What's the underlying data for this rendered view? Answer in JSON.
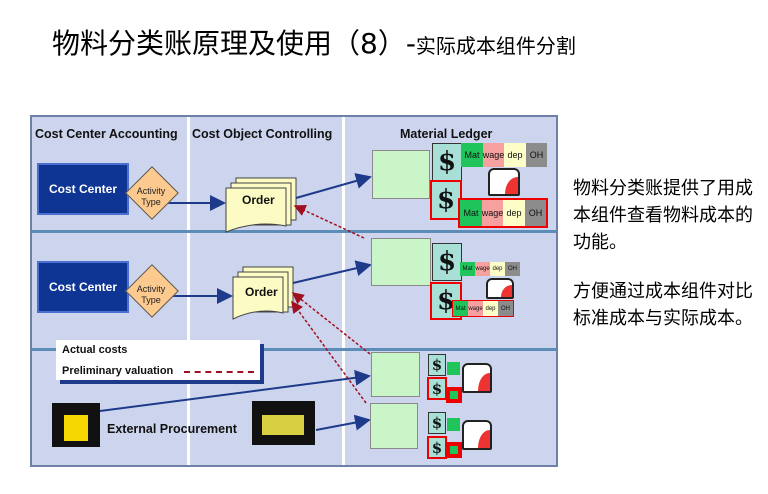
{
  "title": {
    "main": "物料分类账原理及使用（8）-",
    "sub": "实际成本组件分割"
  },
  "diagram": {
    "columns": [
      "Cost Center Accounting",
      "Cost Object Controlling",
      "Material Ledger"
    ],
    "cost_center": "Cost Center",
    "activity_type": "Activity Type",
    "order": "Order",
    "components": [
      "Mat",
      "wage",
      "dep",
      "OH"
    ],
    "dollar": "$",
    "legend": {
      "actual": "Actual costs",
      "preliminary": "Preliminary valuation"
    },
    "external": "External Procurement",
    "colors": {
      "actual": "#1e3a8a",
      "preliminary": "#a01020",
      "mat": "#1fc45a",
      "wage": "#f7a0a0",
      "dep": "#fdfdc8",
      "oh": "#8c8c8c"
    }
  },
  "notes": [
    "物料分类账提供了用成本组件查看物料成本的功能。",
    "方便通过成本组件对比标准成本与实际成本。"
  ]
}
